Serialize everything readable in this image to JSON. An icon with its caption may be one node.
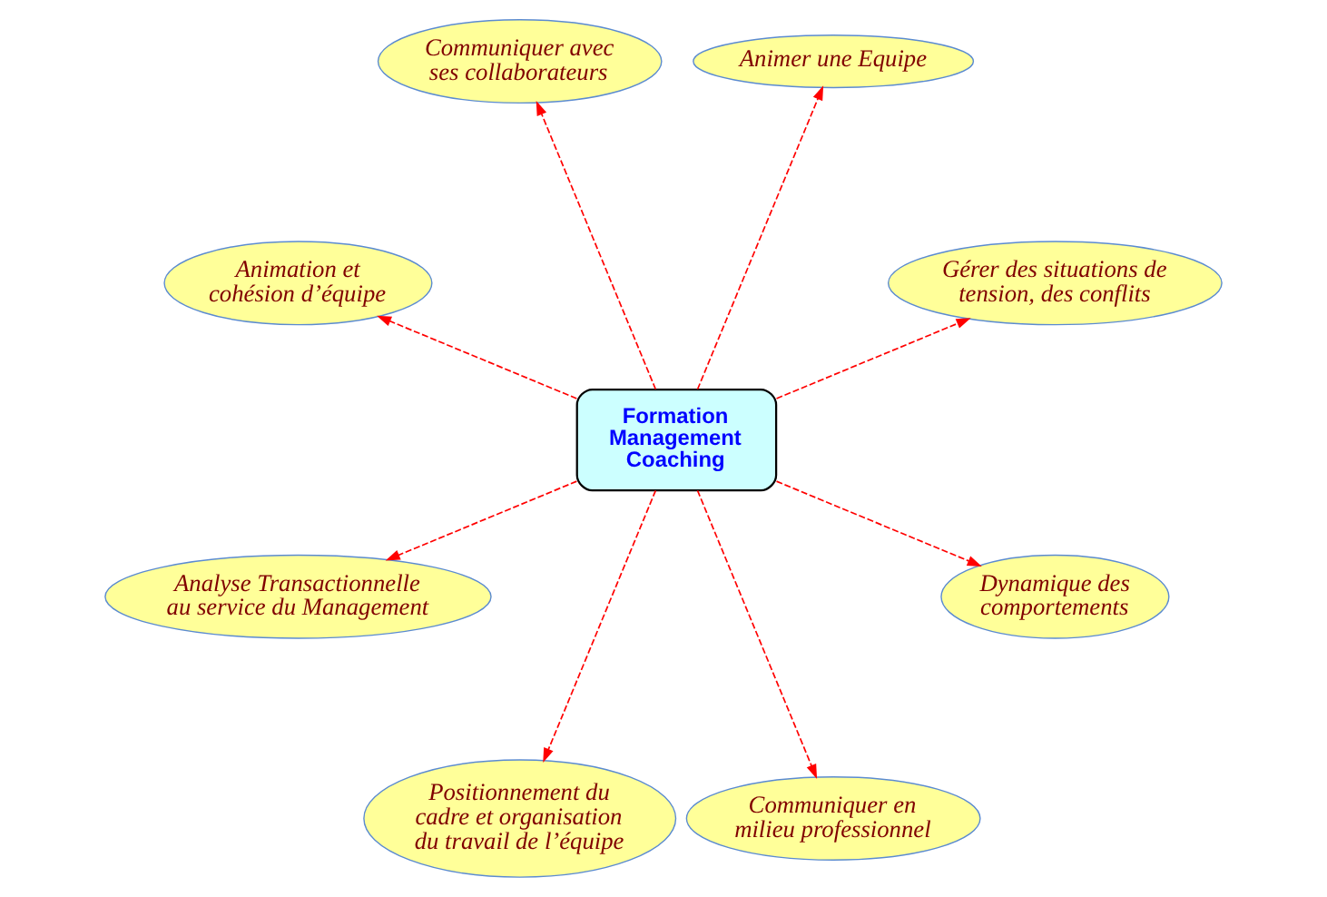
{
  "diagram": {
    "nodes": [
      {
        "text": [
          "Animer une Equipe"
        ]
      },
      {
        "text": [
          "Communiquer avec ses collaborateurs"
        ]
      },
      {
        "text": [
          "Gérer des situations de tension, des conflits"
        ]
      },
      {
        "text": [
          "Formation Management Coaching"
        ]
      },
      {
        "text": [
          "Animation et cohésion d’équipe"
        ]
      },
      {
        "text": [
          "Dynamique des comportements"
        ]
      },
      {
        "text": [
          "Analyse Transactionnelle au service du Management"
        ]
      },
      {
        "text": [
          "Communiquer en milieu professionnel"
        ]
      },
      {
        "text": [
          "Positionnement du cadre et organisation du travail de l’équipe"
        ]
      }
    ],
    "edges": [
      {
        "from": 3,
        "to": 0,
        "arrow": "to",
        "style": "dashed"
      },
      {
        "from": 3,
        "to": 2,
        "arrow": "to",
        "style": "dashed"
      },
      {
        "from": 3,
        "to": 5,
        "arrow": "to",
        "style": "dashed"
      },
      {
        "from": 3,
        "to": 7,
        "arrow": "to",
        "style": "dashed"
      },
      {
        "from": 3,
        "to": 8,
        "arrow": "to",
        "style": "dashed"
      },
      {
        "from": 3,
        "to": 6,
        "arrow": "to",
        "style": "dashed"
      },
      {
        "from": 3,
        "to": 4,
        "arrow": "to",
        "style": "dashed"
      },
      {
        "from": 3,
        "to": 1,
        "arrow": "to",
        "style": "dashed"
      }
    ]
  }
}
